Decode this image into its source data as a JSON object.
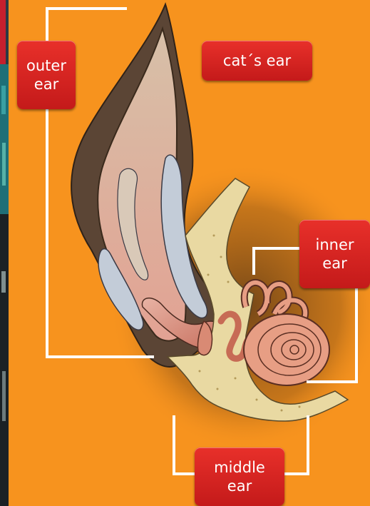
{
  "labels": {
    "outer_ear": {
      "line1": "outer",
      "line2": "ear"
    },
    "cats_ear": "cat´s ear",
    "inner_ear": {
      "line1": "inner",
      "line2": "ear"
    },
    "middle_ear": {
      "line1": "middle",
      "line2": "ear"
    }
  },
  "colors": {
    "background": "#f7931e",
    "label_red": "#d42020",
    "leader_line": "#ffffff",
    "ear_fur": "#5b4535",
    "ear_inner_pink": "#d99a86",
    "cartilage_blue": "#c3ccd8",
    "bone_cream": "#e9d9a2",
    "cochlea_pink": "#e79e84"
  }
}
